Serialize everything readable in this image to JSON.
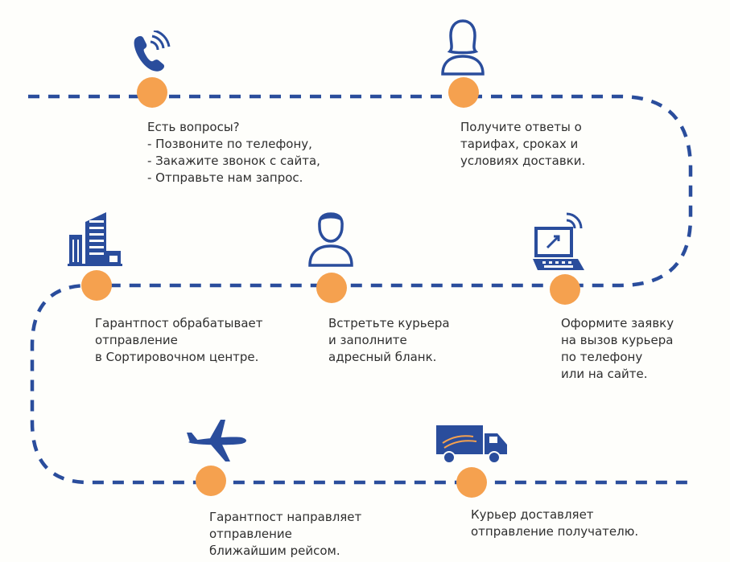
{
  "diagram": {
    "path_color": "#2a4d9c",
    "node_color": "#f5a14f",
    "icon_color": "#2a4d9c",
    "steps": [
      {
        "icon": "phone-icon",
        "text": "Есть вопросы?\n- Позвоните по телефону,\n- Закажите звонок с сайта,\n- Отправьте нам запрос."
      },
      {
        "icon": "person-woman-icon",
        "text": "Получите ответы о\nтарифах, сроках и\nусловиях доставки."
      },
      {
        "icon": "laptop-wifi-icon",
        "text": "Оформите заявку\nна вызов курьера\nпо телефону\nили на сайте."
      },
      {
        "icon": "courier-man-icon",
        "text": "Встретьте курьера\nи заполните\nадресный бланк."
      },
      {
        "icon": "building-icon",
        "text": "Гарантпост обрабатывает\nотправление\nв Сортировочном центре."
      },
      {
        "icon": "airplane-icon",
        "text": "Гарантпост направляет\nотправление\nближайшим рейсом."
      },
      {
        "icon": "truck-icon",
        "text": "Курьер доставляет\nотправление получателю."
      }
    ]
  }
}
